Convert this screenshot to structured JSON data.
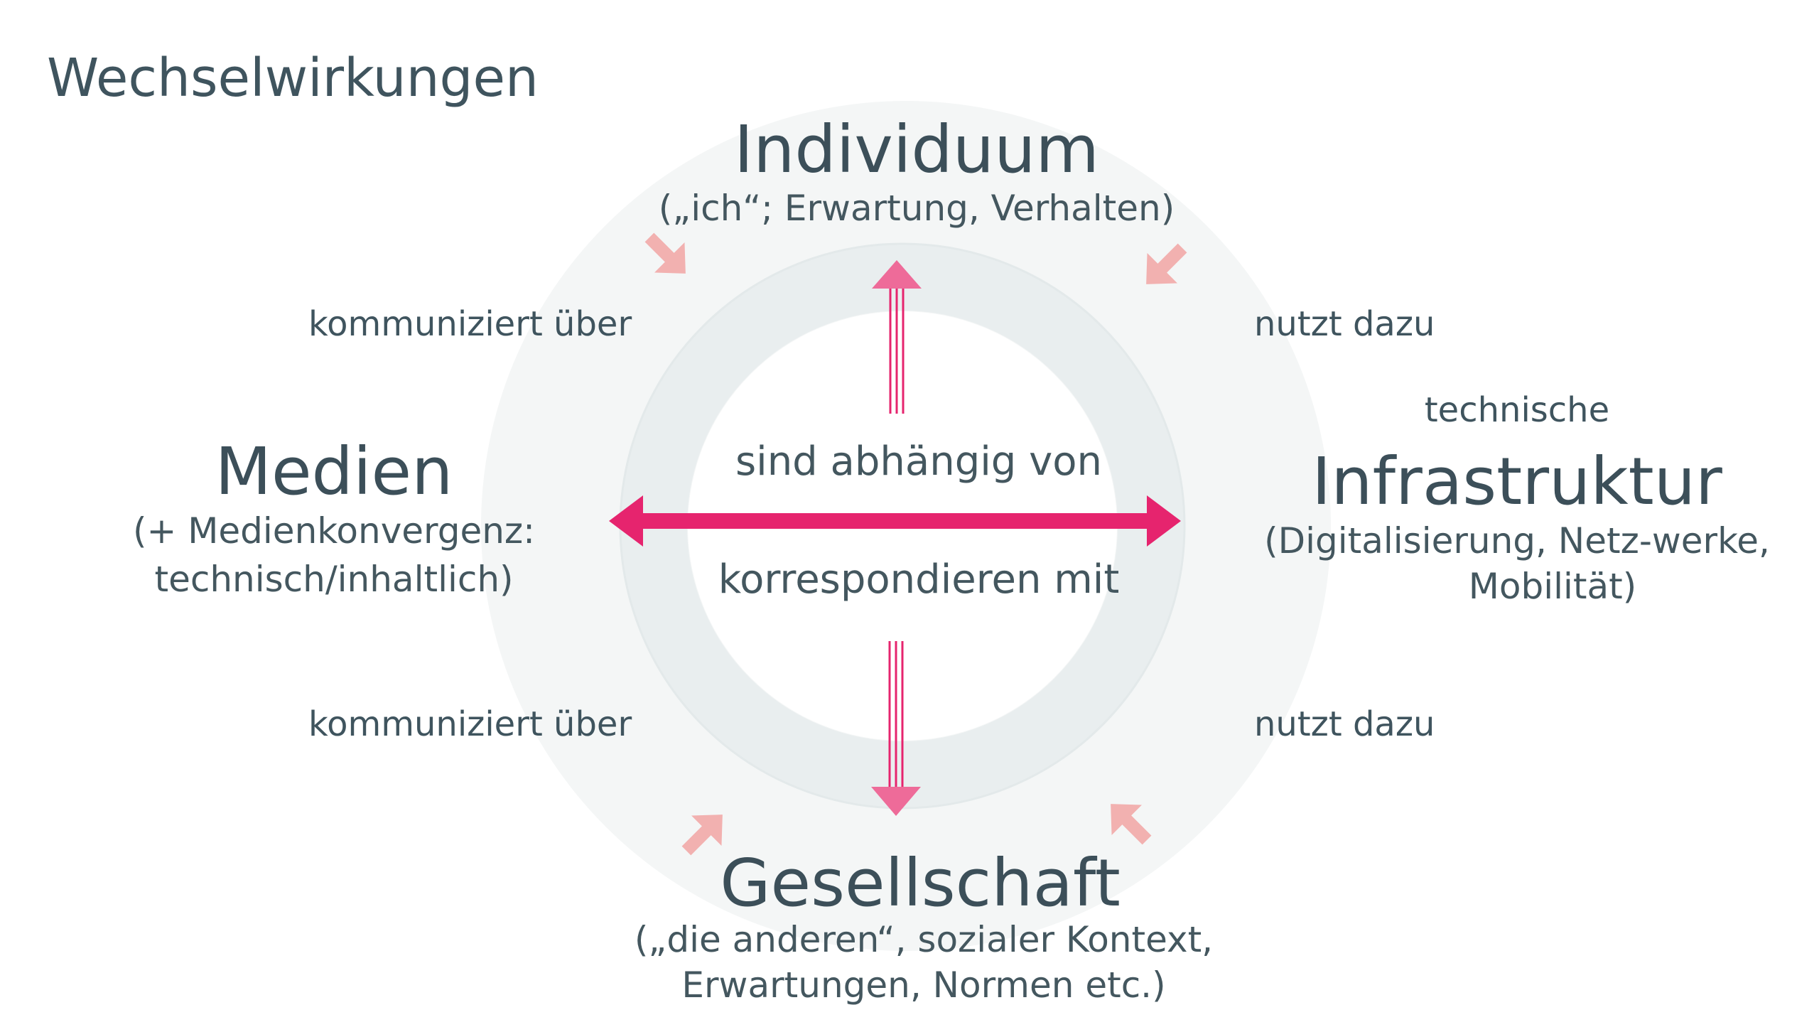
{
  "title": "Wechselwirkungen",
  "nodes": {
    "individuum": {
      "name": "Individuum",
      "detail": "(„ich“; Erwartung, Verhalten)"
    },
    "medien": {
      "name": "Medien",
      "detail_line1": "(+ Medienkonvergenz:",
      "detail_line2": "technisch/inhaltlich)"
    },
    "infrastruktur": {
      "pre": "technische",
      "name": "Infrastruktur",
      "detail_line1": "(Digitalisierung, Netz-werke,",
      "detail_line2": "Mobilität)"
    },
    "gesellschaft": {
      "name": "Gesellschaft",
      "detail_line1": "(„die anderen“, sozialer Kontext,",
      "detail_line2": "Erwartungen, Normen etc.)"
    }
  },
  "relations": {
    "top_left": "kommuniziert über",
    "top_right": "nutzt dazu",
    "bottom_left": "kommuniziert über",
    "bottom_right": "nutzt dazu"
  },
  "center": {
    "upper": "sind abhängig von",
    "lower": "korrespondieren mit"
  },
  "colors": {
    "text": "#3f545e",
    "outer_circle": "#f4f6f6",
    "ring": "#e9eeef",
    "accent_magenta": "#e6246e",
    "accent_pink_light": "#f2b1b0"
  },
  "icons": {
    "horizontal_arrow": "double-headed-arrow",
    "vertical_arrows": "triple-line-arrow",
    "corner_arrows": "light-pink-arrow"
  }
}
